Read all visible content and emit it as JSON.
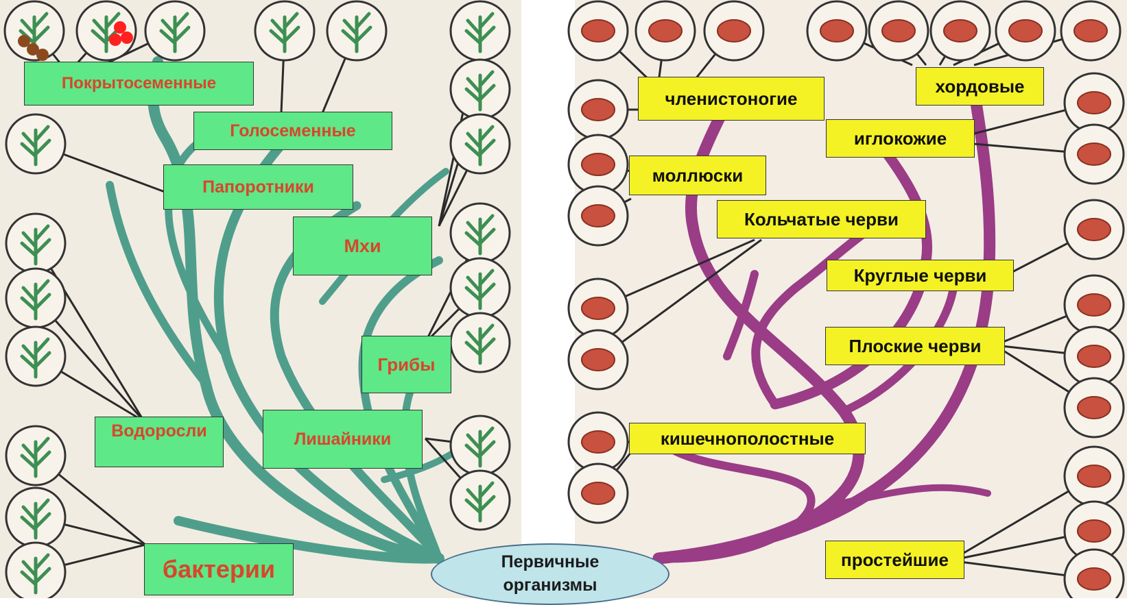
{
  "colors": {
    "plant_branch": "#4f9e8c",
    "animal_branch": "#9a3c86",
    "plant_label_bg": "#5ee887",
    "plant_label_text": "#d8462c",
    "animal_label_bg": "#f4f225",
    "root_bg": "#bfe4ea",
    "icon_plant": "#3d8f52",
    "icon_animal": "#c8523f"
  },
  "plant_groups": {
    "angiosperms": "Покрытосеменные",
    "gymnosperms": "Голосеменные",
    "ferns": "Папоротники",
    "mosses": "Мхи",
    "fungi": "Грибы",
    "algae": "Водоросли",
    "lichens": "Лишайники",
    "bacteria": "бактерии"
  },
  "animal_groups": {
    "arthropods": "членистоногие",
    "chordates": "хордовые",
    "echinoderms": "иглокожие",
    "mollusks": "моллюски",
    "annelids": "Кольчатые черви",
    "roundworms": "Круглые черви",
    "flatworms": "Плоские черви",
    "cnidarians": "кишечнополостные",
    "protozoa": "простейшие"
  },
  "root": {
    "line1": "Первичные",
    "line2": "организмы"
  }
}
